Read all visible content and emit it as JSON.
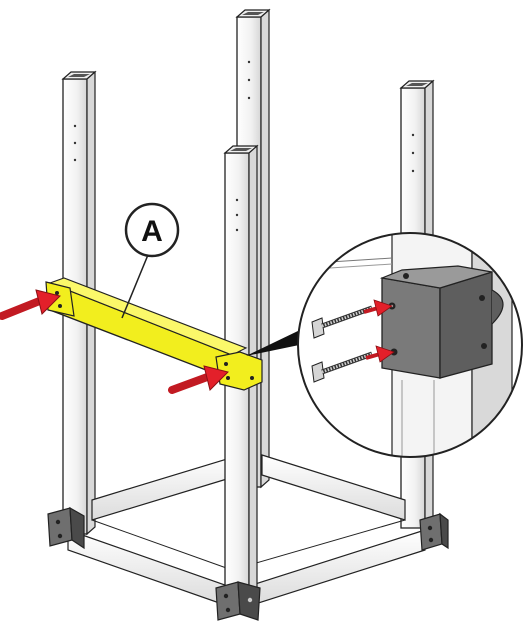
{
  "callout": {
    "label": "A"
  },
  "colors": {
    "background": "#ffffff",
    "post_face": "#f4f4f4",
    "post_shade": "#d9d9d9",
    "outline": "#222222",
    "highlight_part": "#f2ee1e",
    "highlight_shade": "#c9c400",
    "arrow": "#e3202a",
    "bracket": "#7a7a7a",
    "bracket_dark": "#4a4a4a",
    "bolt": "#bdbdbd"
  },
  "icons": {
    "arrow": "red-insertion-arrow",
    "bolt": "hex-bolt",
    "bracket": "corner-bracket"
  }
}
